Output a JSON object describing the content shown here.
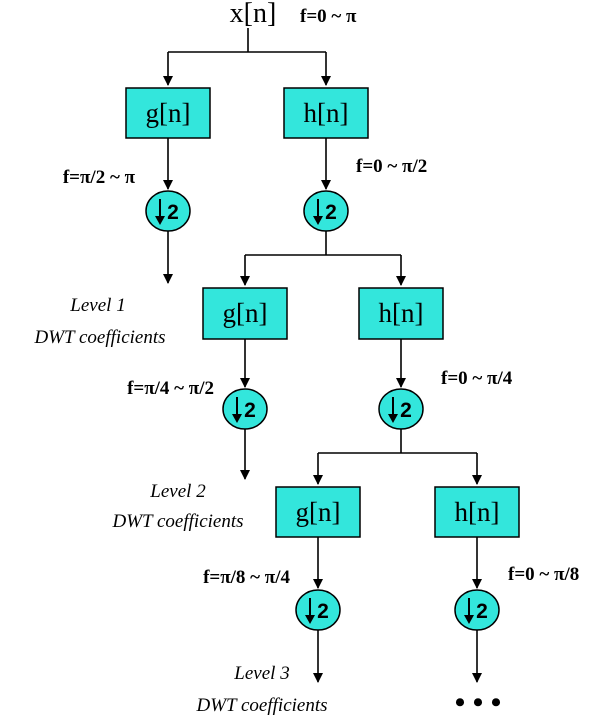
{
  "diagram": {
    "input_label": "x[n]",
    "input_band": "f=0 ~ π",
    "stages": [
      {
        "g_label": "g[n]",
        "h_label": "h[n]",
        "g_band": "f=π/2 ~ π",
        "h_band": "f=0 ~ π/2",
        "down_g": "2",
        "down_h": "2",
        "level_line1": "Level 1",
        "level_line2": "DWT coefficients"
      },
      {
        "g_label": "g[n]",
        "h_label": "h[n]",
        "g_band": "f=π/4 ~ π/2",
        "h_band": "f=0 ~ π/4",
        "down_g": "2",
        "down_h": "2",
        "level_line1": "Level 2",
        "level_line2": "DWT coefficients"
      },
      {
        "g_label": "g[n]",
        "h_label": "h[n]",
        "g_band": "f=π/8 ~ π/4",
        "h_band": "f=0 ~ π/8",
        "down_g": "2",
        "down_h": "2",
        "level_line1": "Level 3",
        "level_line2": "DWT coefficients"
      }
    ],
    "continuation": "• • •",
    "colors": {
      "box_fill": "#33e6dc",
      "stroke": "#000000"
    }
  }
}
